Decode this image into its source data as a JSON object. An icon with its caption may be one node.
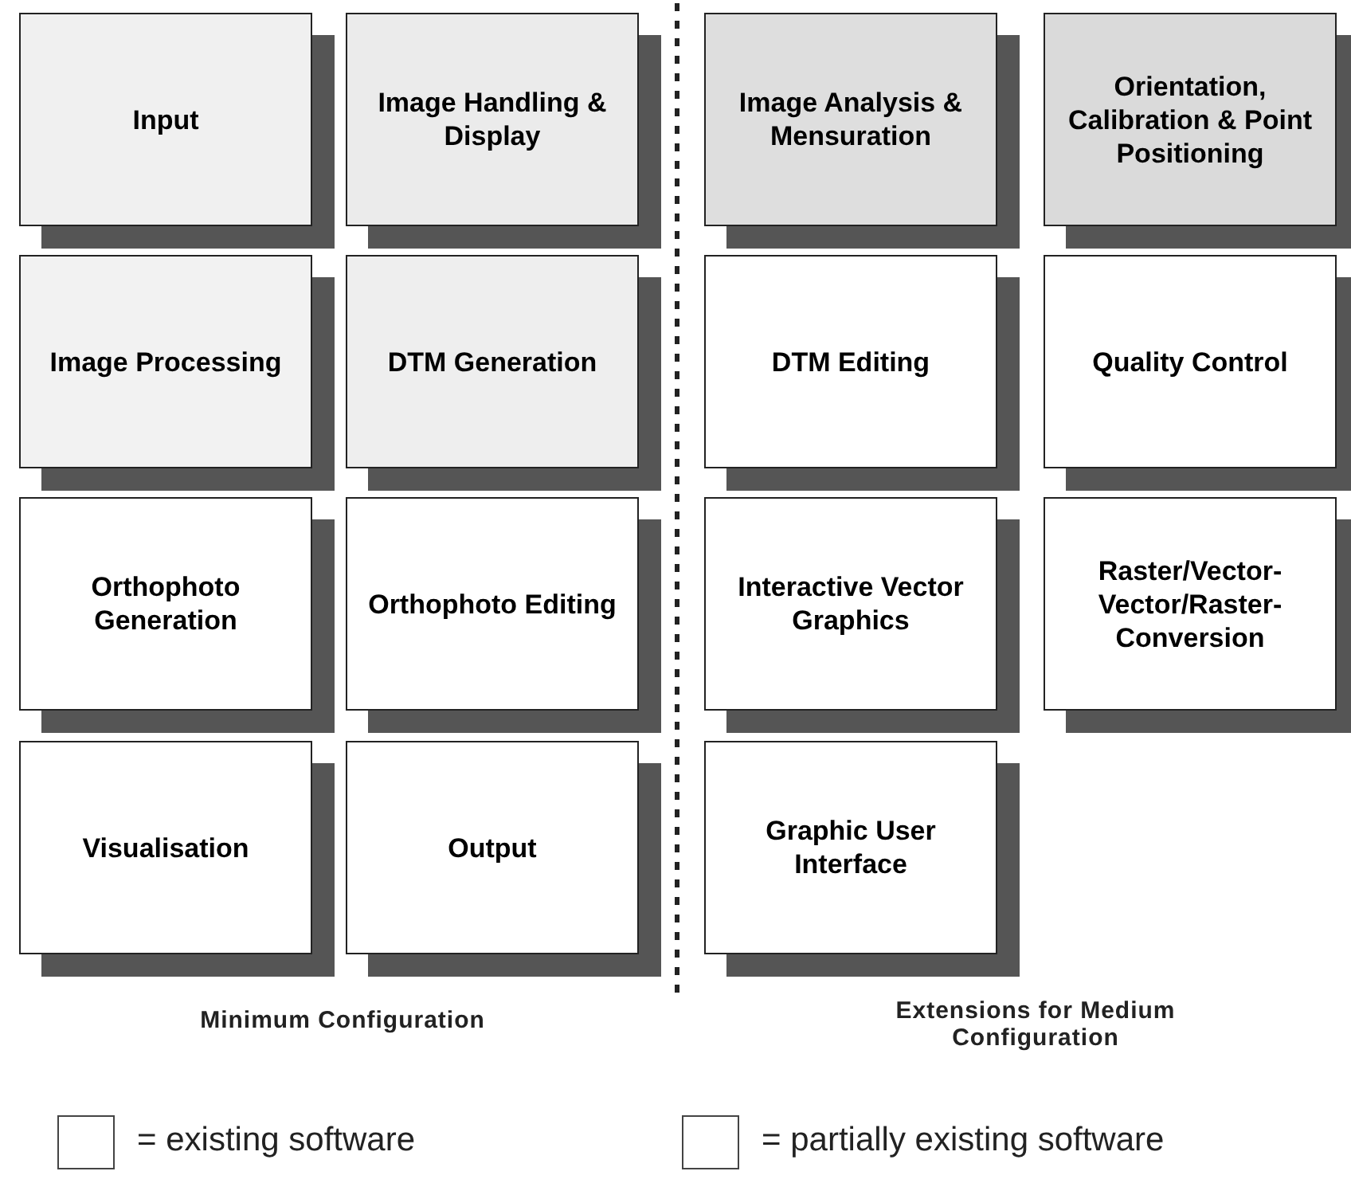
{
  "diagram": {
    "nodes": [
      {
        "text": [
          "Input"
        ]
      },
      {
        "text": [
          "Image Handling & Display"
        ]
      },
      {
        "text": [
          "Image Analysis & Mensuration"
        ]
      },
      {
        "text": [
          "Orientation, Calibration & Point Positioning"
        ]
      },
      {
        "text": [
          "Image Processing"
        ]
      },
      {
        "text": [
          "DTM Generation"
        ]
      },
      {
        "text": [
          "DTM Editing"
        ]
      },
      {
        "text": [
          "Quality Control"
        ]
      },
      {
        "text": [
          "Orthophoto Generation"
        ]
      },
      {
        "text": [
          "Orthophoto Editing"
        ]
      },
      {
        "text": [
          "Interactive Vector Graphics"
        ]
      },
      {
        "text": [
          "Raster/Vector- Vector/Raster- Conversion"
        ]
      },
      {
        "text": [
          "Visualisation"
        ]
      },
      {
        "text": [
          "Output"
        ]
      },
      {
        "text": [
          "Graphic User Interface"
        ]
      }
    ],
    "edges": [],
    "labels": [
      "Minimum Configuration",
      "Extensions for Medium Configuration"
    ],
    "legend": [
      {
        "text": "= existing software",
        "color": "#ffffff"
      },
      {
        "text": "= partially existing software",
        "color": "#ffffff"
      }
    ]
  }
}
